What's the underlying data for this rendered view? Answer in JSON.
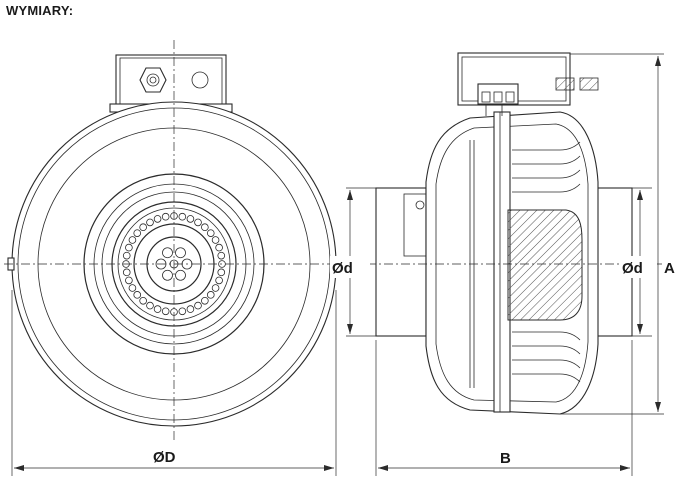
{
  "header": {
    "title": "WYMIARY:"
  },
  "dimensions": {
    "outer_diameter": "ØD",
    "inlet_diameter_left": "Ød",
    "inlet_diameter_right": "Ød",
    "height": "A",
    "length": "B"
  },
  "colors": {
    "line": "#2b2b2b",
    "background": "#ffffff",
    "hatch": "#555555"
  }
}
